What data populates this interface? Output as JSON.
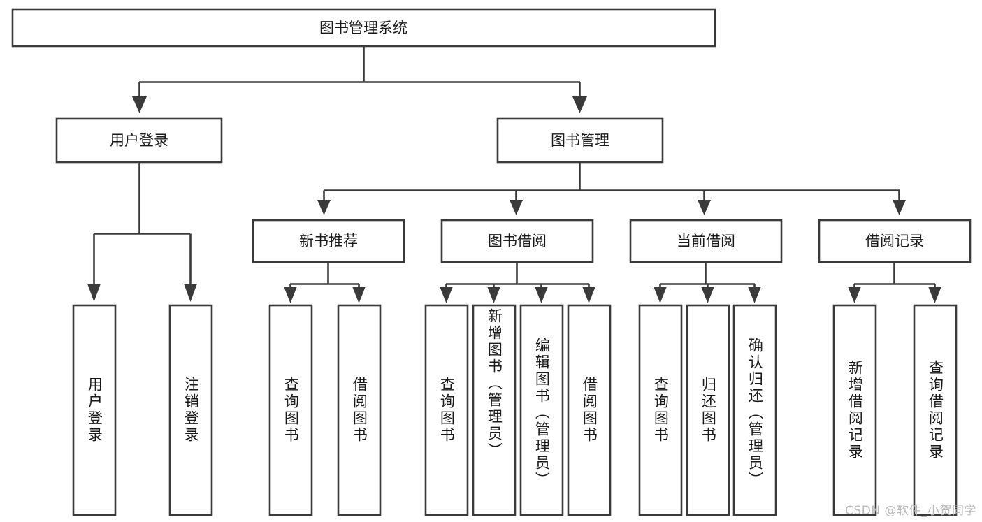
{
  "diagram": {
    "title": "图书管理系统",
    "type": "tree",
    "colors": {
      "box_fill": "#ffffff",
      "box_stroke": "#3a3a3a",
      "text": "#1a1a1a",
      "watermark": "#b9b9b9",
      "background": "#ffffff"
    },
    "root": {
      "label": "图书管理系统"
    },
    "level2": [
      {
        "label": "用户登录"
      },
      {
        "label": "图书管理"
      }
    ],
    "level3": [
      {
        "label": "新书推荐"
      },
      {
        "label": "图书借阅"
      },
      {
        "label": "当前借阅"
      },
      {
        "label": "借阅记录"
      }
    ],
    "leaves": {
      "user_login": [
        {
          "label": "用户登录"
        },
        {
          "label": "注销登录"
        }
      ],
      "new_book_recommend": [
        {
          "label": "查询图书"
        },
        {
          "label": "借阅图书"
        }
      ],
      "book_borrow": [
        {
          "label": "查询图书"
        },
        {
          "label": "新增图书（管理员）"
        },
        {
          "label": "编辑图书（管理员）"
        },
        {
          "label": "借阅图书"
        }
      ],
      "current_borrow": [
        {
          "label": "查询图书"
        },
        {
          "label": "归还图书"
        },
        {
          "label": "确认归还（管理员）"
        }
      ],
      "borrow_record": [
        {
          "label": "新增借阅记录"
        },
        {
          "label": "查询借阅记录"
        }
      ]
    }
  },
  "watermark": {
    "text": "CSDN @软件_小贺同学"
  }
}
